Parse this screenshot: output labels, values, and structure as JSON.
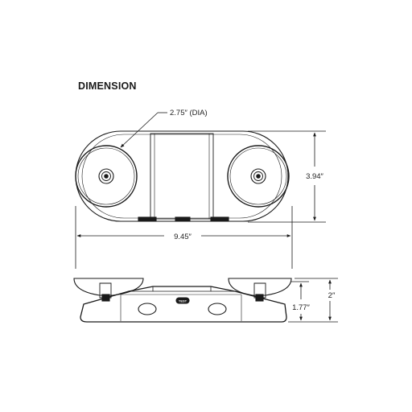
{
  "heading": "DIMENSION",
  "dimensions": {
    "lamp_diameter": "2.75″ (DIA)",
    "width": "9.45″",
    "top_view_height": "3.94″",
    "base_height": "1.77″",
    "overall_height": "2″"
  },
  "test_button_label": "TEST",
  "colors": {
    "line": "#1a1a1a",
    "background": "#ffffff"
  }
}
